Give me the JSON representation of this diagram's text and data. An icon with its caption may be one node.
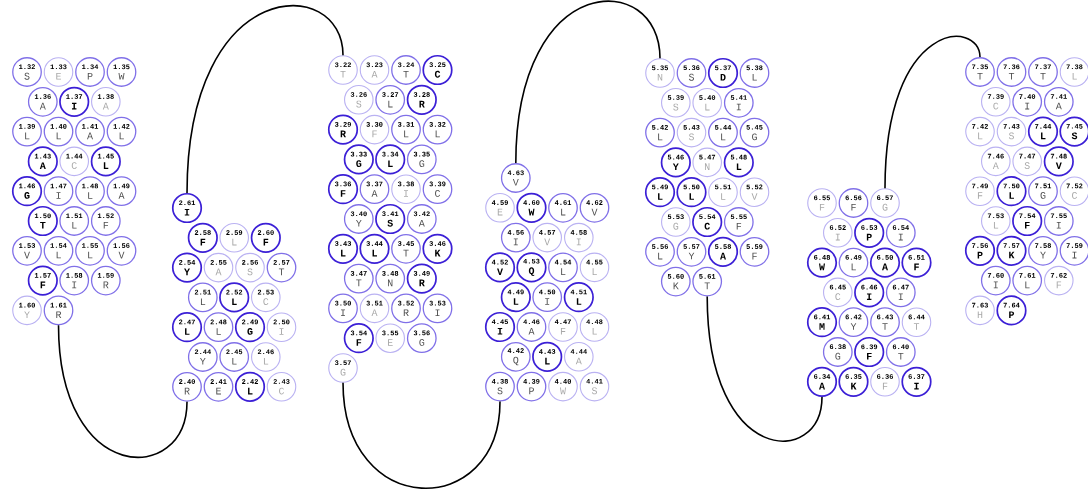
{
  "diagram": {
    "nodes": [
      {
        "text": [
          "1.32",
          "S"
        ]
      },
      {
        "text": [
          "1.33",
          "E"
        ]
      },
      {
        "text": [
          "1.34",
          "P"
        ]
      },
      {
        "text": [
          "1.35",
          "W"
        ]
      },
      {
        "text": [
          "1.36",
          "A"
        ]
      },
      {
        "text": [
          "1.37",
          "I"
        ]
      },
      {
        "text": [
          "1.38",
          "A"
        ]
      },
      {
        "text": [
          "1.39",
          "L"
        ]
      },
      {
        "text": [
          "1.40",
          "L"
        ]
      },
      {
        "text": [
          "1.41",
          "A"
        ]
      },
      {
        "text": [
          "1.42",
          "L"
        ]
      },
      {
        "text": [
          "1.43",
          "A"
        ]
      },
      {
        "text": [
          "1.44",
          "C"
        ]
      },
      {
        "text": [
          "1.45",
          "L"
        ]
      },
      {
        "text": [
          "1.46",
          "G"
        ]
      },
      {
        "text": [
          "1.47",
          "I"
        ]
      },
      {
        "text": [
          "1.48",
          "L"
        ]
      },
      {
        "text": [
          "1.49",
          "A"
        ]
      },
      {
        "text": [
          "1.50",
          "T"
        ]
      },
      {
        "text": [
          "1.51",
          "L"
        ]
      },
      {
        "text": [
          "1.52",
          "F"
        ]
      },
      {
        "text": [
          "1.53",
          "V"
        ]
      },
      {
        "text": [
          "1.54",
          "L"
        ]
      },
      {
        "text": [
          "1.55",
          "L"
        ]
      },
      {
        "text": [
          "1.56",
          "V"
        ]
      },
      {
        "text": [
          "1.57",
          "F"
        ]
      },
      {
        "text": [
          "1.58",
          "I"
        ]
      },
      {
        "text": [
          "1.59",
          "R"
        ]
      },
      {
        "text": [
          "1.60",
          "Y"
        ]
      },
      {
        "text": [
          "1.61",
          "R"
        ]
      },
      {
        "text": [
          "2.40",
          "R"
        ]
      },
      {
        "text": [
          "2.41",
          "E"
        ]
      },
      {
        "text": [
          "2.42",
          "L"
        ]
      },
      {
        "text": [
          "2.43",
          "C"
        ]
      },
      {
        "text": [
          "2.44",
          "Y"
        ]
      },
      {
        "text": [
          "2.45",
          "L"
        ]
      },
      {
        "text": [
          "2.46",
          "L"
        ]
      },
      {
        "text": [
          "2.47",
          "L"
        ]
      },
      {
        "text": [
          "2.48",
          "L"
        ]
      },
      {
        "text": [
          "2.49",
          "G"
        ]
      },
      {
        "text": [
          "2.50",
          "I"
        ]
      },
      {
        "text": [
          "2.51",
          "L"
        ]
      },
      {
        "text": [
          "2.52",
          "L"
        ]
      },
      {
        "text": [
          "2.53",
          "C"
        ]
      },
      {
        "text": [
          "2.54",
          "Y"
        ]
      },
      {
        "text": [
          "2.55",
          "A"
        ]
      },
      {
        "text": [
          "2.56",
          "S"
        ]
      },
      {
        "text": [
          "2.57",
          "T"
        ]
      },
      {
        "text": [
          "2.58",
          "F"
        ]
      },
      {
        "text": [
          "2.59",
          "L"
        ]
      },
      {
        "text": [
          "2.60",
          "F"
        ]
      },
      {
        "text": [
          "2.61",
          "I"
        ]
      },
      {
        "text": [
          "3.22",
          "T"
        ]
      },
      {
        "text": [
          "3.23",
          "A"
        ]
      },
      {
        "text": [
          "3.24",
          "T"
        ]
      },
      {
        "text": [
          "3.25",
          "C"
        ]
      },
      {
        "text": [
          "3.26",
          "S"
        ]
      },
      {
        "text": [
          "3.27",
          "L"
        ]
      },
      {
        "text": [
          "3.28",
          "R"
        ]
      },
      {
        "text": [
          "3.29",
          "R"
        ]
      },
      {
        "text": [
          "3.30",
          "F"
        ]
      },
      {
        "text": [
          "3.31",
          "L"
        ]
      },
      {
        "text": [
          "3.32",
          "L"
        ]
      },
      {
        "text": [
          "3.33",
          "G"
        ]
      },
      {
        "text": [
          "3.34",
          "L"
        ]
      },
      {
        "text": [
          "3.35",
          "G"
        ]
      },
      {
        "text": [
          "3.36",
          "F"
        ]
      },
      {
        "text": [
          "3.37",
          "A"
        ]
      },
      {
        "text": [
          "3.38",
          "I"
        ]
      },
      {
        "text": [
          "3.39",
          "C"
        ]
      },
      {
        "text": [
          "3.40",
          "Y"
        ]
      },
      {
        "text": [
          "3.41",
          "S"
        ]
      },
      {
        "text": [
          "3.42",
          "A"
        ]
      },
      {
        "text": [
          "3.43",
          "L"
        ]
      },
      {
        "text": [
          "3.44",
          "L"
        ]
      },
      {
        "text": [
          "3.45",
          "T"
        ]
      },
      {
        "text": [
          "3.46",
          "K"
        ]
      },
      {
        "text": [
          "3.47",
          "T"
        ]
      },
      {
        "text": [
          "3.48",
          "N"
        ]
      },
      {
        "text": [
          "3.49",
          "R"
        ]
      },
      {
        "text": [
          "3.50",
          "I"
        ]
      },
      {
        "text": [
          "3.51",
          "A"
        ]
      },
      {
        "text": [
          "3.52",
          "R"
        ]
      },
      {
        "text": [
          "3.53",
          "I"
        ]
      },
      {
        "text": [
          "3.54",
          "F"
        ]
      },
      {
        "text": [
          "3.55",
          "E"
        ]
      },
      {
        "text": [
          "3.56",
          "G"
        ]
      },
      {
        "text": [
          "3.57",
          "G"
        ]
      },
      {
        "text": [
          "4.38",
          "S"
        ]
      },
      {
        "text": [
          "4.39",
          "P"
        ]
      },
      {
        "text": [
          "4.40",
          "W"
        ]
      },
      {
        "text": [
          "4.41",
          "S"
        ]
      },
      {
        "text": [
          "4.42",
          "Q"
        ]
      },
      {
        "text": [
          "4.43",
          "L"
        ]
      },
      {
        "text": [
          "4.44",
          "A"
        ]
      },
      {
        "text": [
          "4.45",
          "I"
        ]
      },
      {
        "text": [
          "4.46",
          "A"
        ]
      },
      {
        "text": [
          "4.47",
          "F"
        ]
      },
      {
        "text": [
          "4.48",
          "L"
        ]
      },
      {
        "text": [
          "4.49",
          "L"
        ]
      },
      {
        "text": [
          "4.50",
          "I"
        ]
      },
      {
        "text": [
          "4.51",
          "L"
        ]
      },
      {
        "text": [
          "4.52",
          "V"
        ]
      },
      {
        "text": [
          "4.53",
          "Q"
        ]
      },
      {
        "text": [
          "4.54",
          "L"
        ]
      },
      {
        "text": [
          "4.55",
          "L"
        ]
      },
      {
        "text": [
          "4.56",
          "I"
        ]
      },
      {
        "text": [
          "4.57",
          "V"
        ]
      },
      {
        "text": [
          "4.58",
          "I"
        ]
      },
      {
        "text": [
          "4.59",
          "E"
        ]
      },
      {
        "text": [
          "4.60",
          "W"
        ]
      },
      {
        "text": [
          "4.61",
          "L"
        ]
      },
      {
        "text": [
          "4.62",
          "V"
        ]
      },
      {
        "text": [
          "4.63",
          "V"
        ]
      },
      {
        "text": [
          "5.35",
          "N"
        ]
      },
      {
        "text": [
          "5.36",
          "S"
        ]
      },
      {
        "text": [
          "5.37",
          "D"
        ]
      },
      {
        "text": [
          "5.38",
          "L"
        ]
      },
      {
        "text": [
          "5.39",
          "S"
        ]
      },
      {
        "text": [
          "5.40",
          "L"
        ]
      },
      {
        "text": [
          "5.41",
          "I"
        ]
      },
      {
        "text": [
          "5.42",
          "L"
        ]
      },
      {
        "text": [
          "5.43",
          "S"
        ]
      },
      {
        "text": [
          "5.44",
          "L"
        ]
      },
      {
        "text": [
          "5.45",
          "G"
        ]
      },
      {
        "text": [
          "5.46",
          "Y"
        ]
      },
      {
        "text": [
          "5.47",
          "N"
        ]
      },
      {
        "text": [
          "5.48",
          "L"
        ]
      },
      {
        "text": [
          "5.49",
          "L"
        ]
      },
      {
        "text": [
          "5.50",
          "L"
        ]
      },
      {
        "text": [
          "5.51",
          "L"
        ]
      },
      {
        "text": [
          "5.52",
          "V"
        ]
      },
      {
        "text": [
          "5.53",
          "G"
        ]
      },
      {
        "text": [
          "5.54",
          "C"
        ]
      },
      {
        "text": [
          "5.55",
          "F"
        ]
      },
      {
        "text": [
          "5.56",
          "L"
        ]
      },
      {
        "text": [
          "5.57",
          "Y"
        ]
      },
      {
        "text": [
          "5.58",
          "A"
        ]
      },
      {
        "text": [
          "5.59",
          "F"
        ]
      },
      {
        "text": [
          "5.60",
          "K"
        ]
      },
      {
        "text": [
          "5.61",
          "T"
        ]
      },
      {
        "text": [
          "6.34",
          "A"
        ]
      },
      {
        "text": [
          "6.35",
          "K"
        ]
      },
      {
        "text": [
          "6.36",
          "F"
        ]
      },
      {
        "text": [
          "6.37",
          "I"
        ]
      },
      {
        "text": [
          "6.38",
          "G"
        ]
      },
      {
        "text": [
          "6.39",
          "F"
        ]
      },
      {
        "text": [
          "6.40",
          "T"
        ]
      },
      {
        "text": [
          "6.41",
          "M"
        ]
      },
      {
        "text": [
          "6.42",
          "Y"
        ]
      },
      {
        "text": [
          "6.43",
          "T"
        ]
      },
      {
        "text": [
          "6.44",
          "T"
        ]
      },
      {
        "text": [
          "6.45",
          "C"
        ]
      },
      {
        "text": [
          "6.46",
          "I"
        ]
      },
      {
        "text": [
          "6.47",
          "I"
        ]
      },
      {
        "text": [
          "6.48",
          "W"
        ]
      },
      {
        "text": [
          "6.49",
          "L"
        ]
      },
      {
        "text": [
          "6.50",
          "A"
        ]
      },
      {
        "text": [
          "6.51",
          "F"
        ]
      },
      {
        "text": [
          "6.52",
          "I"
        ]
      },
      {
        "text": [
          "6.53",
          "P"
        ]
      },
      {
        "text": [
          "6.54",
          "I"
        ]
      },
      {
        "text": [
          "6.55",
          "F"
        ]
      },
      {
        "text": [
          "6.56",
          "F"
        ]
      },
      {
        "text": [
          "6.57",
          "G"
        ]
      },
      {
        "text": [
          "7.35",
          "T"
        ]
      },
      {
        "text": [
          "7.36",
          "T"
        ]
      },
      {
        "text": [
          "7.37",
          "T"
        ]
      },
      {
        "text": [
          "7.38",
          "L"
        ]
      },
      {
        "text": [
          "7.39",
          "C"
        ]
      },
      {
        "text": [
          "7.40",
          "I"
        ]
      },
      {
        "text": [
          "7.41",
          "A"
        ]
      },
      {
        "text": [
          "7.42",
          "L"
        ]
      },
      {
        "text": [
          "7.43",
          "S"
        ]
      },
      {
        "text": [
          "7.44",
          "L"
        ]
      },
      {
        "text": [
          "7.45",
          "S"
        ]
      },
      {
        "text": [
          "7.46",
          "A"
        ]
      },
      {
        "text": [
          "7.47",
          "S"
        ]
      },
      {
        "text": [
          "7.48",
          "V"
        ]
      },
      {
        "text": [
          "7.49",
          "F"
        ]
      },
      {
        "text": [
          "7.50",
          "L"
        ]
      },
      {
        "text": [
          "7.51",
          "G"
        ]
      },
      {
        "text": [
          "7.52",
          "C"
        ]
      },
      {
        "text": [
          "7.53",
          "L"
        ]
      },
      {
        "text": [
          "7.54",
          "F"
        ]
      },
      {
        "text": [
          "7.55",
          "I"
        ]
      },
      {
        "text": [
          "7.56",
          "P"
        ]
      },
      {
        "text": [
          "7.57",
          "K"
        ]
      },
      {
        "text": [
          "7.58",
          "Y"
        ]
      },
      {
        "text": [
          "7.59",
          "I"
        ]
      },
      {
        "text": [
          "7.60",
          "I"
        ]
      },
      {
        "text": [
          "7.61",
          "L"
        ]
      },
      {
        "text": [
          "7.62",
          "F"
        ]
      },
      {
        "text": [
          "7.63",
          "H"
        ]
      },
      {
        "text": [
          "7.64",
          "P"
        ]
      }
    ],
    "edges": [
      {
        "from": 29,
        "to": 30,
        "arrow": "none"
      },
      {
        "from": 51,
        "to": 52,
        "arrow": "none"
      },
      {
        "from": 87,
        "to": 88,
        "arrow": "none"
      },
      {
        "from": 113,
        "to": 114,
        "arrow": "none"
      },
      {
        "from": 140,
        "to": 141,
        "arrow": "none"
      },
      {
        "from": 164,
        "to": 165,
        "arrow": "none"
      }
    ]
  }
}
